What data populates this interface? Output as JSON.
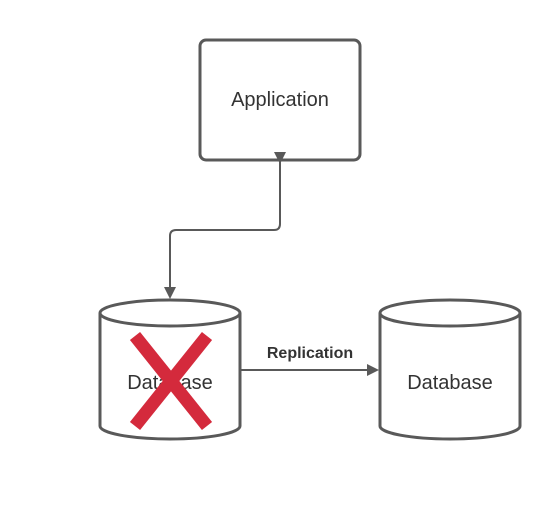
{
  "nodes": {
    "application": {
      "label": "Application"
    },
    "primary_db": {
      "label": "Database",
      "status": "failed"
    },
    "replica_db": {
      "label": "Database"
    }
  },
  "edges": {
    "app_to_primary": {
      "label": ""
    },
    "replication": {
      "label": "Replication"
    }
  },
  "colors": {
    "stroke": "#595959",
    "text": "#333333",
    "failure_mark": "#d42a3c",
    "background": "#ffffff"
  }
}
